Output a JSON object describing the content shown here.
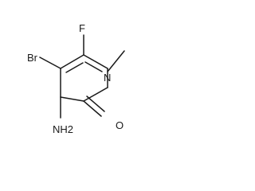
{
  "molecule": {
    "atoms": {
      "bromine": "Br",
      "fluorine": "F",
      "nitrogen": "N",
      "oxygen": "O",
      "amino": "NH2"
    }
  }
}
